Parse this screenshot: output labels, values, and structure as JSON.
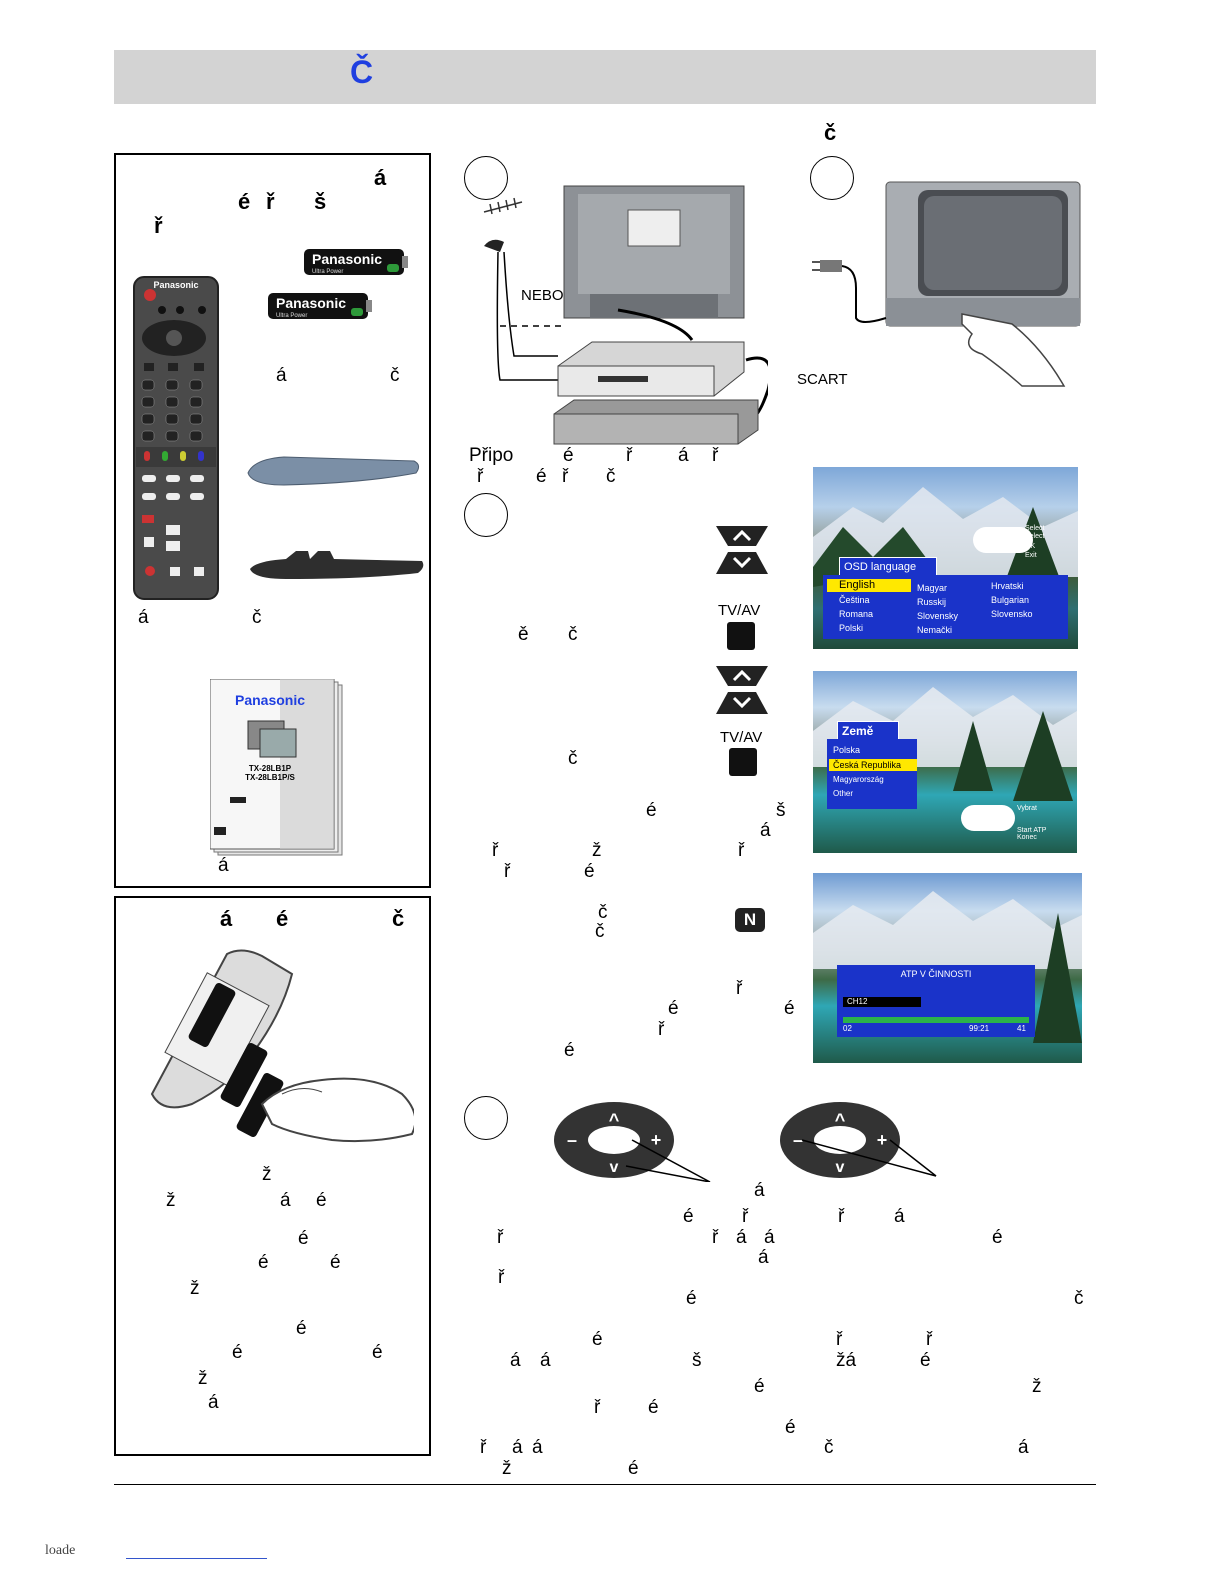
{
  "header": {
    "title_char": "Č",
    "accent": "#1f3fe0",
    "bar_color": "#d3d3d3"
  },
  "right_title_char": "č",
  "left_panel_top": {
    "heading_chars": [
      "á",
      "é",
      "ř",
      "š",
      "ř"
    ],
    "battery_brand": "Panasonic",
    "battery_sub": "Ultra Power",
    "remote_brand": "Panasonic",
    "text_fragments_1": [
      "á",
      "č"
    ],
    "text_fragments_2": [
      "á",
      "č"
    ],
    "manual_brand": "Panasonic",
    "manual_model_1": "TX-28LB1P",
    "manual_model_2": "TX-28LB1P/S",
    "manual_caption": "á"
  },
  "left_panel_bottom": {
    "heading_chars": [
      "á",
      "é",
      "č"
    ],
    "fragments": [
      "ž",
      "ž",
      "á",
      "é",
      "é",
      "é",
      "é",
      "ž",
      "é",
      "é",
      "é",
      "ž",
      "á"
    ]
  },
  "step1": {
    "nebo": "NEBO",
    "scart": "SCART",
    "caption_word": "Připo",
    "caption_chars_1": [
      "é",
      "ř",
      "á",
      "ř"
    ],
    "caption_chars_2": [
      "ř",
      "é",
      "ř",
      "č"
    ]
  },
  "step3": {
    "tvav_1": "TV/AV",
    "tvav_2": "TV/AV",
    "chars": [
      "ě",
      "č",
      "č",
      "é",
      "š",
      "á",
      "ř",
      "ž",
      "ř",
      "ř",
      "é",
      "č",
      "č",
      "ř",
      "é",
      "é",
      "ř",
      "é"
    ],
    "n_key": "N"
  },
  "osd1": {
    "title": "OSD language",
    "help_select_1": "Select",
    "help_select_2": "Select",
    "help_ok": "OK",
    "help_exit": "Exit",
    "languages": [
      "English",
      "Čeština",
      "Romana",
      "Polski",
      "Magyar",
      "Russkij",
      "Slovensky",
      "Nemački",
      "Hrvatski",
      "Bulgarian",
      "Slovensko"
    ]
  },
  "osd2": {
    "title": "Země",
    "countries": [
      "Polska",
      "Česká Republika",
      "Magyarország",
      "Other"
    ],
    "help_select": "Vybrat",
    "help_start": "Start ATP",
    "help_end": "Konec"
  },
  "osd3": {
    "title": "ATP  V  ČINNOSTI",
    "channel": "CH12",
    "left_value": "02",
    "time": "99:21",
    "right_value": "41"
  },
  "step4": {
    "chars": [
      "á",
      "é",
      "ř",
      "ř",
      "á",
      "ř",
      "ř",
      "á",
      "á",
      "é",
      "á",
      "ř",
      "é",
      "č",
      "é",
      "ř",
      "ř",
      "á",
      "á",
      "š",
      "žá",
      "é",
      "é",
      "ž",
      "ř",
      "é",
      "é",
      "ř",
      "á",
      "á",
      "č",
      "á",
      "ž",
      "é"
    ]
  },
  "footer": {
    "text": "loade"
  }
}
